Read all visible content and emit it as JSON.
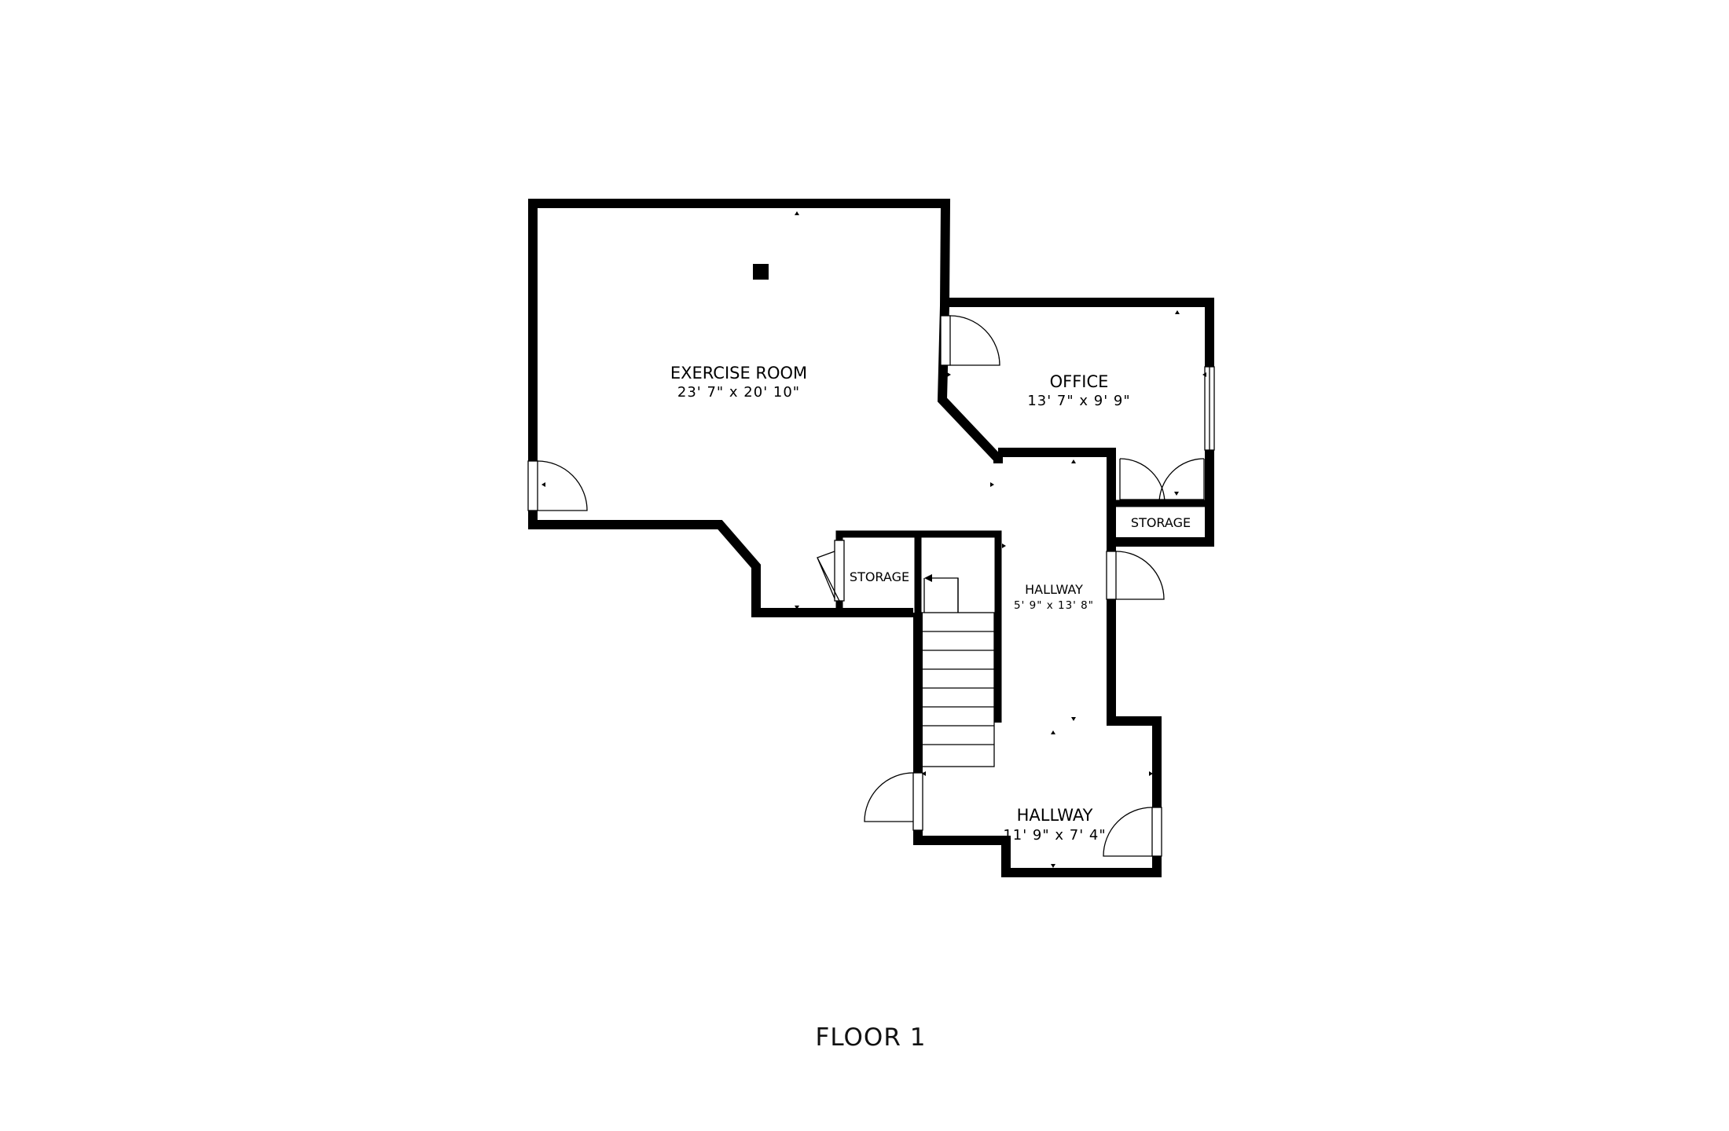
{
  "rooms": [
    {
      "id": "exercise-room",
      "name": "EXERCISE ROOM",
      "dimensions": "23' 7\" x 20' 10\""
    },
    {
      "id": "office",
      "name": "OFFICE",
      "dimensions": "13' 7\" x 9' 9\""
    },
    {
      "id": "storage-office",
      "name": "STORAGE",
      "dimensions": ""
    },
    {
      "id": "storage-stairs",
      "name": "STORAGE",
      "dimensions": ""
    },
    {
      "id": "hallway-upper",
      "name": "HALLWAY",
      "dimensions": "5' 9\" x 13' 8\""
    },
    {
      "id": "hallway-lower",
      "name": "HALLWAY",
      "dimensions": "11' 9\" x 7' 4\""
    }
  ],
  "floor_label": "FLOOR 1",
  "colors": {
    "wall": "#000000",
    "background": "#ffffff"
  }
}
